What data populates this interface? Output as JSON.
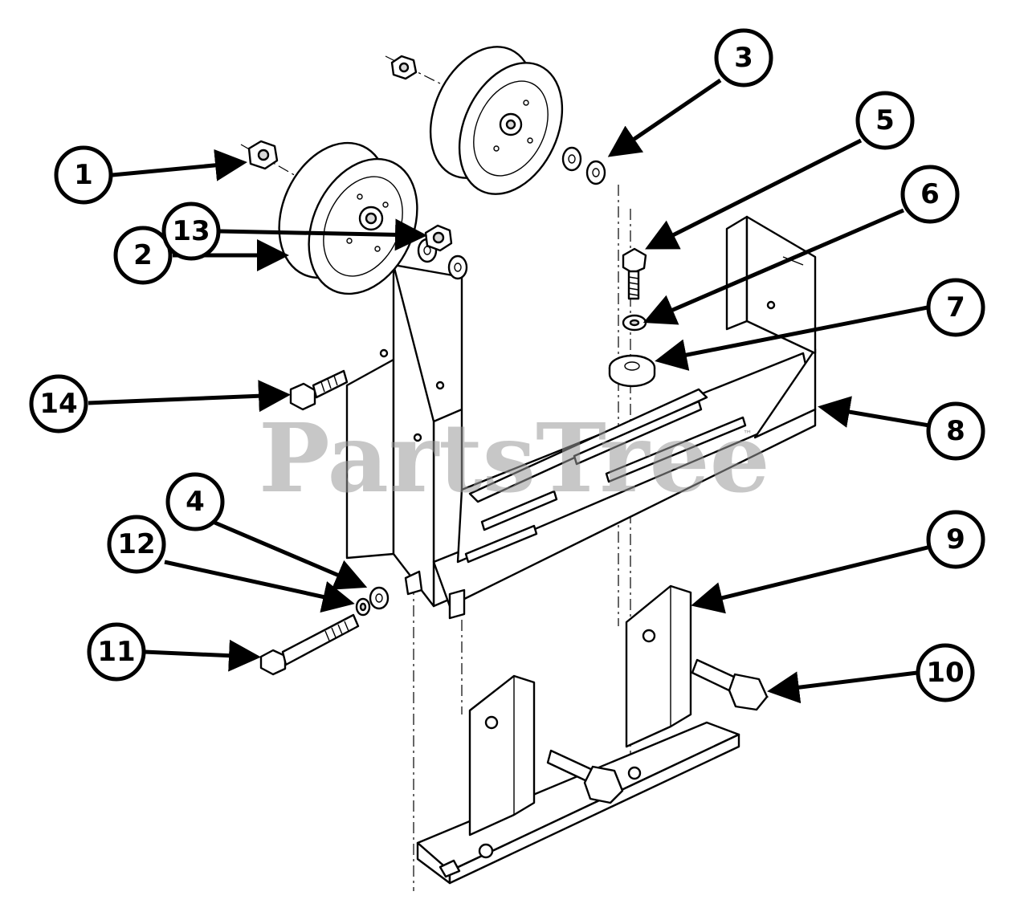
{
  "diagram": {
    "watermark": "PartsTree",
    "watermark_tm": "™",
    "callouts": [
      {
        "id": "1",
        "label": "1"
      },
      {
        "id": "2",
        "label": "2"
      },
      {
        "id": "3",
        "label": "3"
      },
      {
        "id": "4",
        "label": "4"
      },
      {
        "id": "5",
        "label": "5"
      },
      {
        "id": "6",
        "label": "6"
      },
      {
        "id": "7",
        "label": "7"
      },
      {
        "id": "8",
        "label": "8"
      },
      {
        "id": "9",
        "label": "9"
      },
      {
        "id": "10",
        "label": "10"
      },
      {
        "id": "11",
        "label": "11"
      },
      {
        "id": "12",
        "label": "12"
      },
      {
        "id": "13",
        "label": "13"
      },
      {
        "id": "14",
        "label": "14"
      }
    ]
  }
}
